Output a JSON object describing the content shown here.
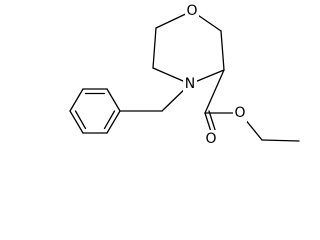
{
  "molecule": {
    "atoms": {
      "ring_oxygen": "O",
      "nitrogen": "N",
      "carbonyl_oxygen": "O",
      "ester_oxygen": "O"
    },
    "colors": {
      "bond": "#000000",
      "label": "#000000",
      "background": "#ffffff"
    }
  }
}
